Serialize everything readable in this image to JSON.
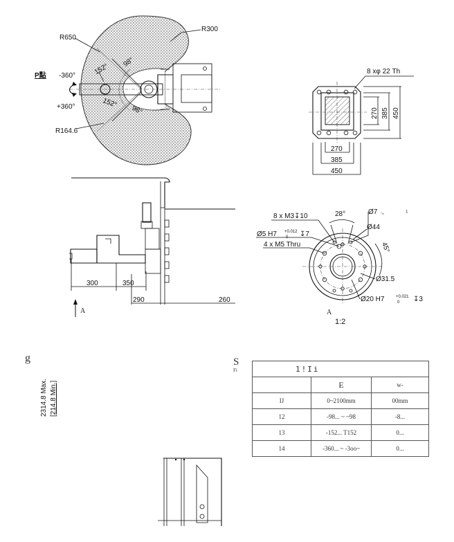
{
  "top_view": {
    "reach_labels": [
      "R650",
      "R300",
      "R164.6"
    ],
    "angle_labels": [
      "152°",
      "98°",
      "152°",
      "98°"
    ],
    "p_point_label": "P點",
    "rotation_labels": [
      "-360°",
      "+360°"
    ]
  },
  "base_view": {
    "hole_label": "8 xφ 22 Th",
    "dims": [
      "270",
      "385",
      "450",
      "270",
      "385",
      "450"
    ]
  },
  "side_view": {
    "dims": [
      "300",
      "350",
      "290",
      "260"
    ],
    "view_label": "A"
  },
  "flange_view": {
    "callouts": [
      "8 x M3↧10",
      "28°",
      "Ø7",
      "-ᵢ₀",
      "1",
      "Ø44",
      "Ø5 H7",
      "+0.012",
      "0",
      "↧7",
      "4 x M5 Thru",
      "45°",
      "Ø31.5",
      "Ø20 H7",
      "+0.021",
      "0",
      "↧3"
    ],
    "view_label": "A",
    "scale_label": "1:2"
  },
  "elevation": {
    "mark": "g",
    "max_label": "2314.8 Max.",
    "min_label": "[214.8 Min.]"
  },
  "spec_table": {
    "side_label": "S",
    "side_sub": "Fi",
    "title": "1!Ii",
    "headers": [
      "",
      "E",
      "w-"
    ],
    "rows": [
      [
        "IJ",
        "0~2100mm",
        "00mm"
      ],
      [
        "12",
        "-98... ~ ~98",
        "-8..."
      ],
      [
        "13",
        "-152... T152",
        "0..."
      ],
      [
        "14",
        "-360... ~ -3oo~",
        "0..."
      ]
    ]
  }
}
